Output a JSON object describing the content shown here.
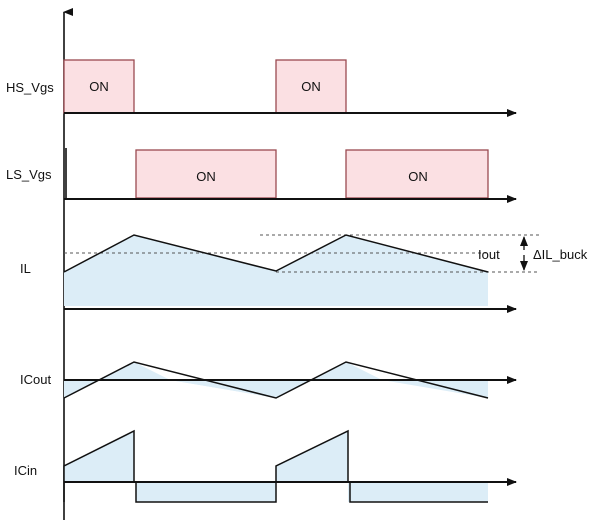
{
  "signals": {
    "hs_vgs": "HS_Vgs",
    "ls_vgs": "LS_Vgs",
    "il": "IL",
    "icout": "ICout",
    "icin": "ICin"
  },
  "pulses": {
    "hs_on_1": "ON",
    "hs_on_2": "ON",
    "ls_on_1": "ON",
    "ls_on_2": "ON"
  },
  "annotations": {
    "iout": "Iout",
    "delta_il": "ΔIL_buck"
  },
  "colors": {
    "pulse_fill": "#fbe0e3",
    "pulse_stroke": "#9a4a50",
    "area_fill": "#dcedf7",
    "line": "#111111",
    "dashed": "#555555"
  }
}
